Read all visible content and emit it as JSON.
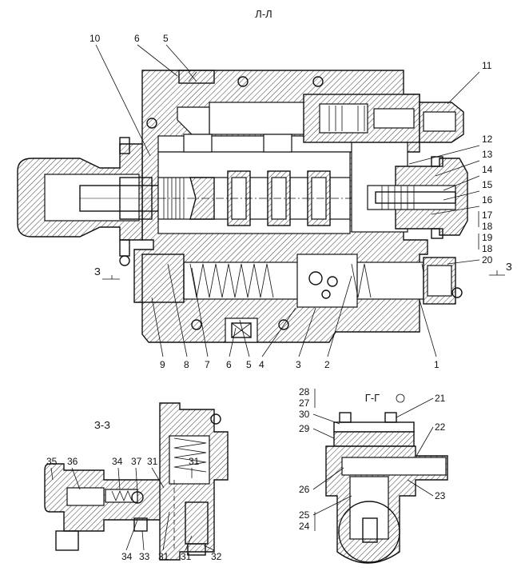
{
  "sections": {
    "main": "Л-Л",
    "left_bottom": "З-З",
    "right_bottom": "Г-Г",
    "cut_left": "З",
    "cut_right": "З"
  },
  "callouts_main_top": [
    "10",
    "6",
    "5"
  ],
  "callouts_main_right": [
    "11",
    "12",
    "13",
    "14",
    "15",
    "16",
    "17",
    "18",
    "19",
    "18",
    "20"
  ],
  "callouts_main_bottom": [
    "9",
    "8",
    "7",
    "6",
    "5",
    "4",
    "3",
    "2",
    "1"
  ],
  "callouts_zz": [
    "35",
    "36",
    "34",
    "37",
    "31",
    "31",
    "34",
    "33",
    "31",
    "31",
    "32"
  ],
  "callouts_gg": [
    "28",
    "27",
    "30",
    "29",
    "21",
    "22",
    "26",
    "23",
    "25",
    "24"
  ]
}
